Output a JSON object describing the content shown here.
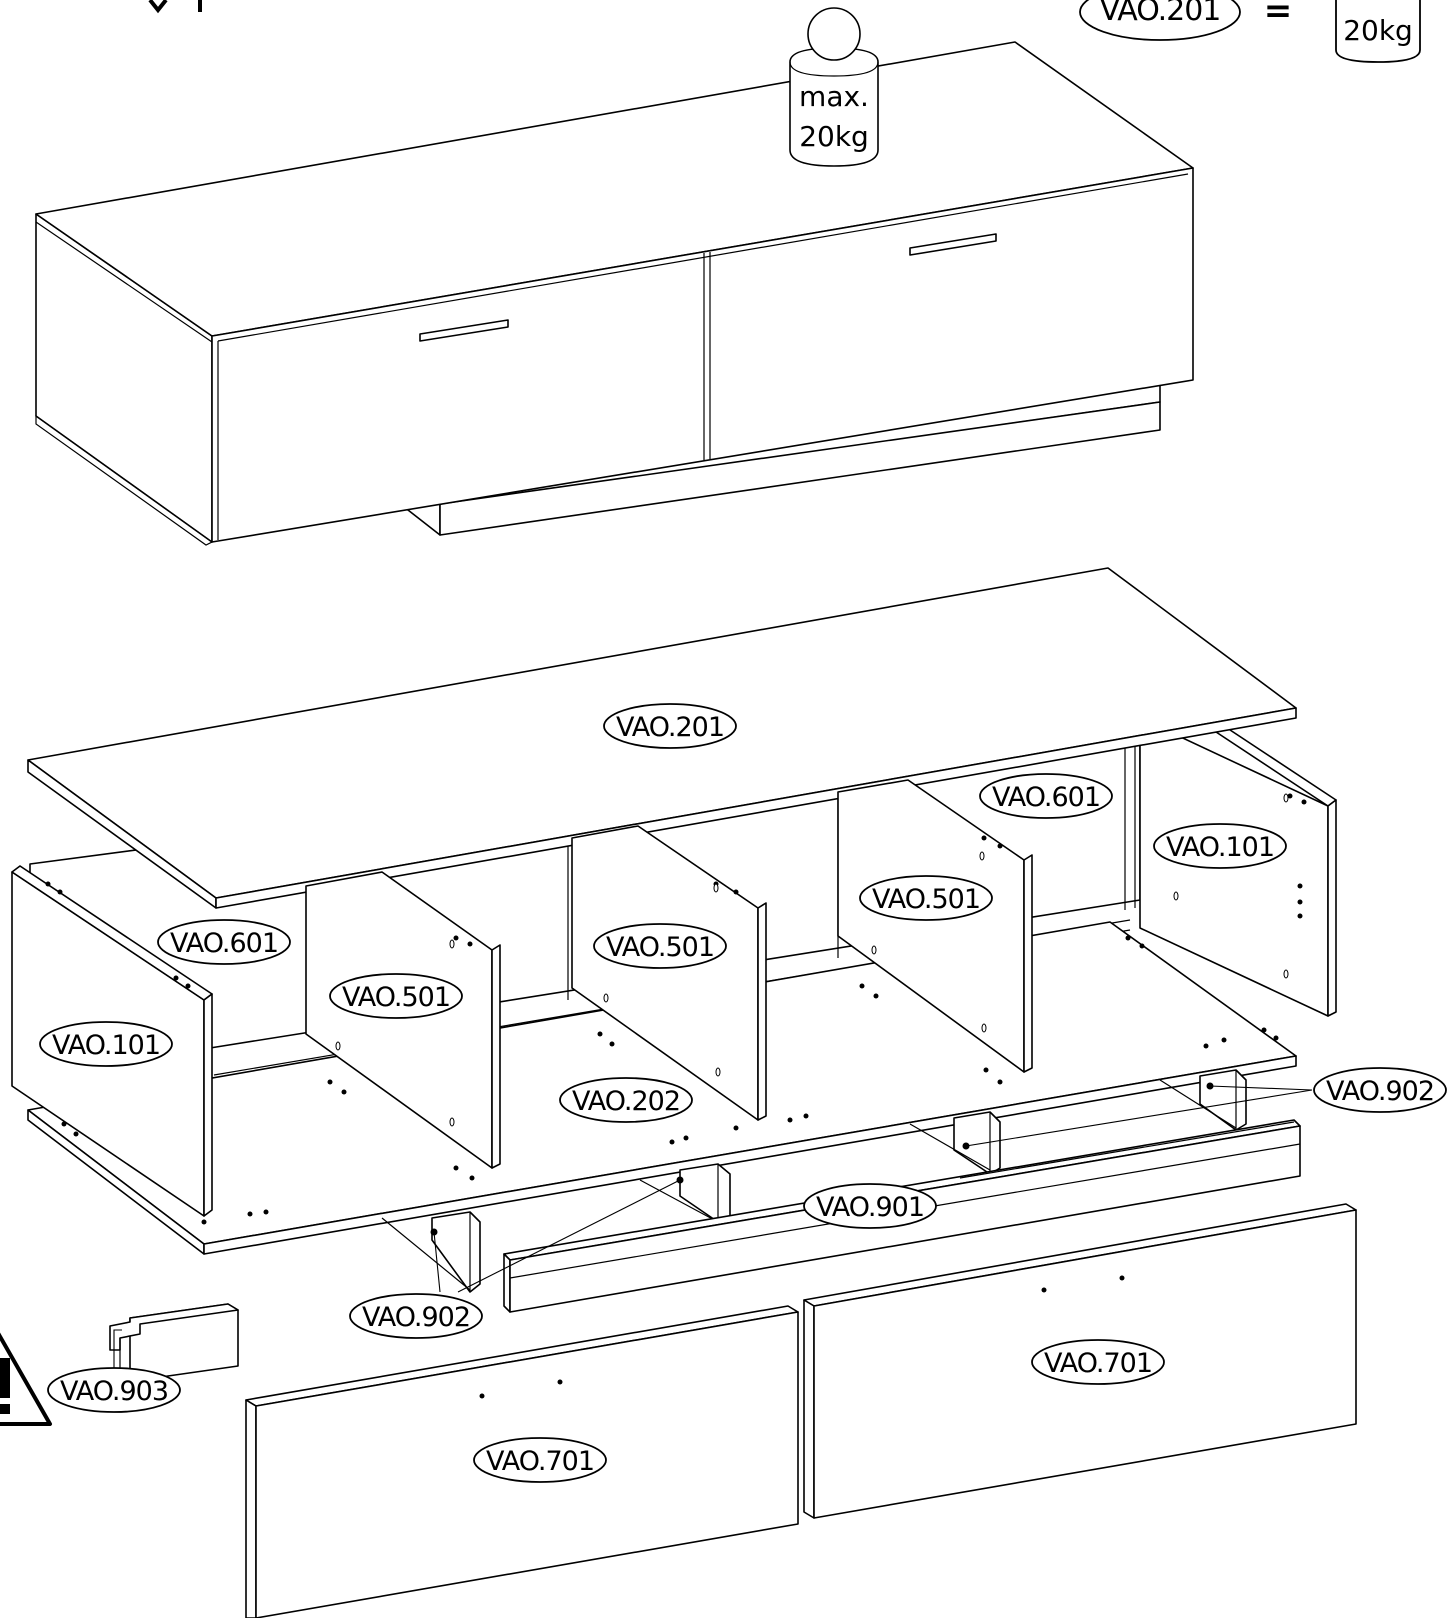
{
  "weight_note": {
    "part": "VAO.201",
    "equals": "=",
    "value": "20kg"
  },
  "weight_icon": {
    "line1": "max.",
    "line2": "20kg",
    "icon": "weight-icon"
  },
  "warning": {
    "icon": "warning-triangle-icon"
  },
  "labels": {
    "top_panel": "VAO.201",
    "bottom_panel": "VAO.202",
    "side_left": "VAO.101",
    "side_right": "VAO.101",
    "back_left": "VAO.601",
    "back_right": "VAO.601",
    "divider_1": "VAO.501",
    "divider_2": "VAO.501",
    "divider_3": "VAO.501",
    "plinth": "VAO.901",
    "foot_left": "VAO.902",
    "foot_right": "VAO.902",
    "stopper": "VAO.903",
    "door_left": "VAO.701",
    "door_right": "VAO.701"
  }
}
